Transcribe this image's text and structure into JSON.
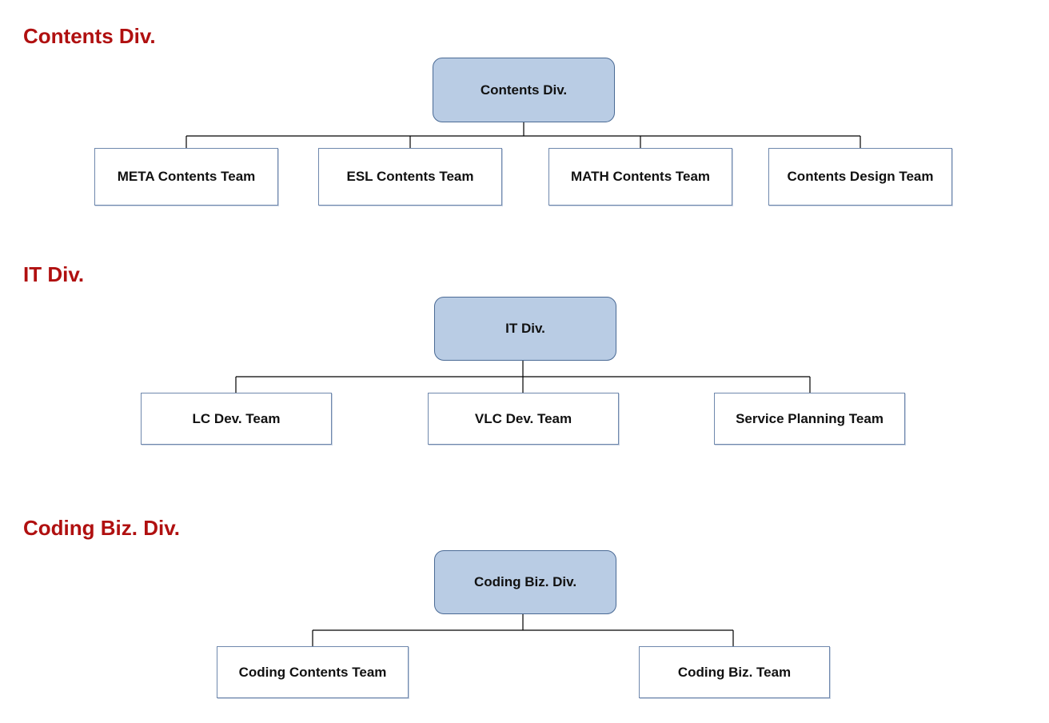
{
  "sections": [
    {
      "title": "Contents Div.",
      "head": "Contents Div.",
      "teams": [
        "META Contents Team",
        "ESL Contents Team",
        "MATH Contents Team",
        "Contents Design Team"
      ]
    },
    {
      "title": "IT Div.",
      "head": "IT Div.",
      "teams": [
        "LC Dev. Team",
        "VLC Dev. Team",
        "Service Planning Team"
      ]
    },
    {
      "title": "Coding Biz. Div.",
      "head": "Coding Biz. Div.",
      "teams": [
        "Coding Contents Team",
        "Coding Biz. Team"
      ]
    }
  ]
}
